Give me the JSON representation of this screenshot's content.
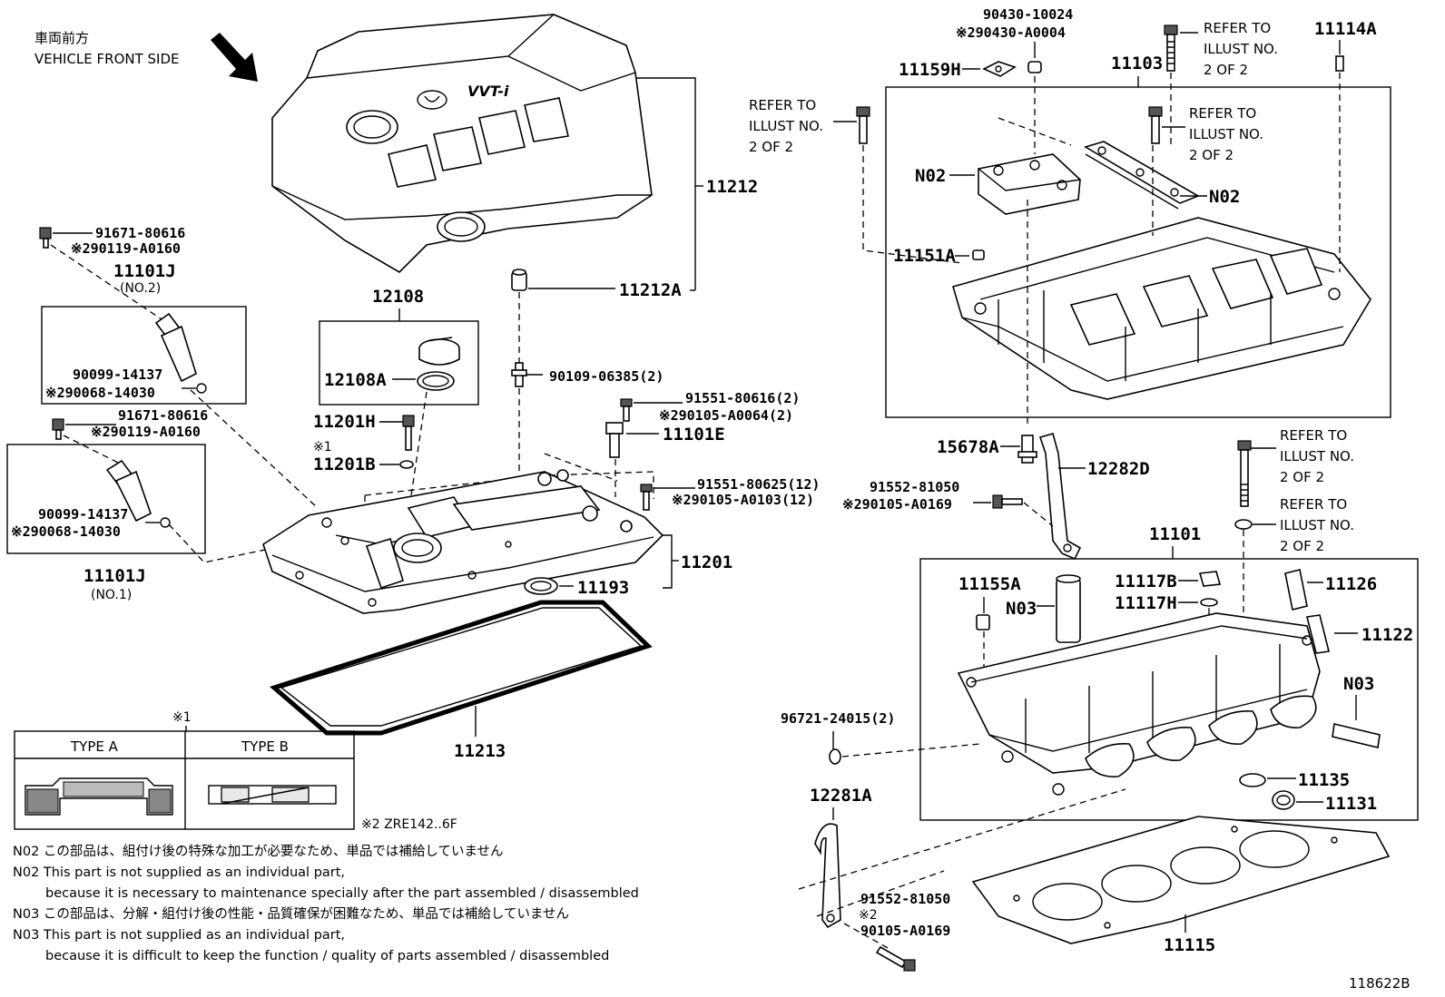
{
  "header": {
    "front_jp": "車両前方",
    "front_en": "VEHICLE FRONT SIDE"
  },
  "labels": {
    "p90430_10024": "90430-10024",
    "p90430_A0004": "※290430-A0004",
    "refer1": [
      "REFER TO",
      "ILLUST NO.",
      "2 OF 2"
    ],
    "p11103": "11103",
    "p11114A": "11114A",
    "p11159H": "11159H",
    "refer2": [
      "REFER TO",
      "ILLUST NO.",
      "2 OF 2"
    ],
    "refer3": [
      "REFER TO",
      "ILLUST NO.",
      "2 OF 2"
    ],
    "pN02a": "N02",
    "pN02b": "N02",
    "p11151A": "11151A",
    "p11212": "11212",
    "p11212A": "11212A",
    "p91671_80616_a": "91671-80616",
    "p90119_A0160_a": "※290119-A0160",
    "p11101J_no2": "11101J",
    "no2": "(NO.2)",
    "p90099_14137_a": "90099-14137",
    "p90068_14030_a": "※290068-14030",
    "p12108": "12108",
    "p12108A": "12108A",
    "p90109_06385": "90109-06385(2)",
    "p91551_80616": "91551-80616(2)",
    "p90105_A0064": "※290105-A0064(2)",
    "p11101E": "11101E",
    "p11201H": "11201H",
    "mark1": "※1",
    "p11201B": "11201B",
    "p91671_80616_b": "91671-80616",
    "p90119_A0160_b": "※290119-A0160",
    "p90099_14137_b": "90099-14137",
    "p90068_14030_b": "※290068-14030",
    "p11101J_no1": "11101J",
    "no1": "(NO.1)",
    "p91551_80625": "91551-80625(12)",
    "p90105_A0103": "※290105-A0103(12)",
    "p11201": "11201",
    "p11193": "11193",
    "p11213": "11213",
    "p15678A": "15678A",
    "p12282D": "12282D",
    "p91552_81050_a": "91552-81050",
    "p90105_A0169_a": "※290105-A0169",
    "refer4": [
      "REFER TO",
      "ILLUST NO.",
      "2 OF 2"
    ],
    "refer5": [
      "REFER TO",
      "ILLUST NO.",
      "2 OF 2"
    ],
    "p11101": "11101",
    "p11155A": "11155A",
    "pN03a": "N03",
    "p11117B": "11117B",
    "p11117H": "11117H",
    "p11126": "11126",
    "p11122": "11122",
    "pN03b": "N03",
    "p96721_24015": "96721-24015(2)",
    "p11135": "11135",
    "p11131": "11131",
    "p12281A": "12281A",
    "p91552_81050_b": "91552-81050",
    "mark2": "※2",
    "p90105_A0169_b": "90105-A0169",
    "p11115": "11115"
  },
  "type_table": {
    "mark": "※1",
    "type_a": "TYPE A",
    "type_b": "TYPE B",
    "footnote": "※2 ZRE142..6F"
  },
  "notes": [
    "N02 この部品は、組付け後の特殊な加工が必要なため、単品では補給していません",
    "N02 This part is not supplied as an individual part,",
    "because it is necessary to maintenance specially after the part assembled / disassembled",
    "N03 この部品は、分解・組付け後の性能・品質確保が困難なため、単品では補給していません",
    "N03 This part is not supplied as an individual part,",
    "because it is difficult to keep the function / quality of parts assembled / disassembled"
  ],
  "illustration_id": "118622B"
}
